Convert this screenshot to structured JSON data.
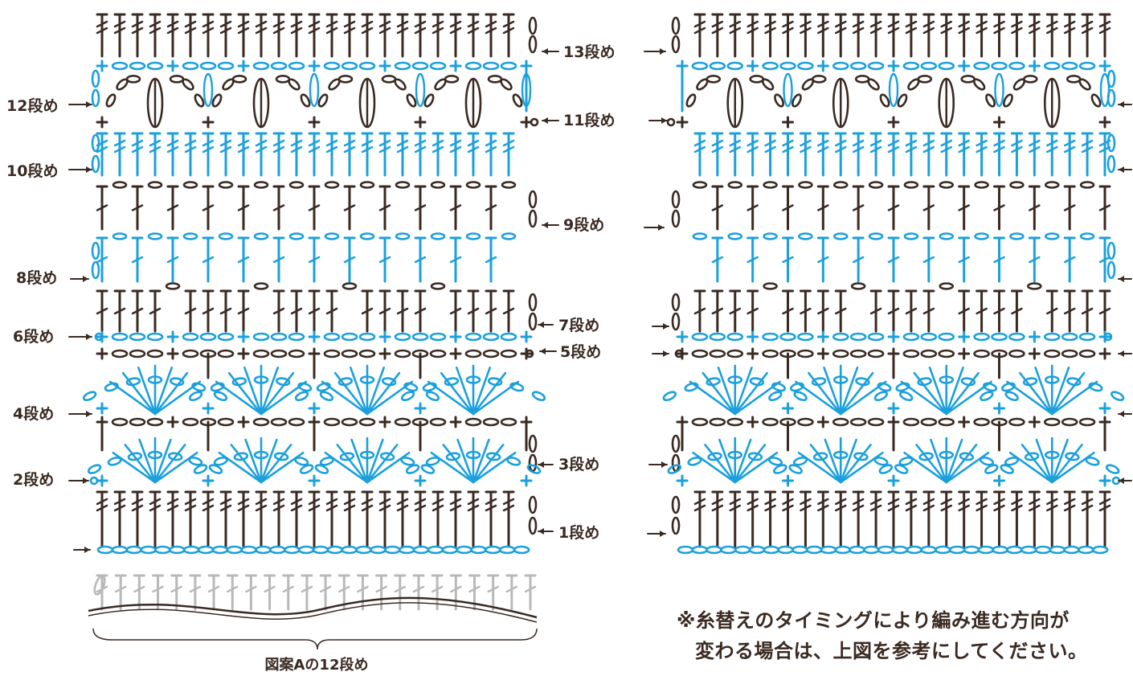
{
  "colors": {
    "brown": "#3a2a22",
    "blue": "#1ba0dc",
    "gray": "#b9b9b9",
    "text": "#3a2a22"
  },
  "left_labels": {
    "r12": "12段め",
    "r10": "10段め",
    "r8": "8段め",
    "r6": "6段め",
    "r4": "4段め",
    "r2": "2段め"
  },
  "right_labels": {
    "r13": "13段め",
    "r11": "11段め",
    "r9": "9段め",
    "r7": "7段め",
    "r5": "5段め",
    "r3": "3段め",
    "r1": "1段め"
  },
  "caption": "図案Aの12段め",
  "note": {
    "line1": "※糸替えのタイミングにより編み進む方向が",
    "line2": "変わる場合は、上図を参考にしてください。"
  },
  "rows": [
    {
      "row": 13,
      "color": "brown",
      "type": "tr",
      "direction": "left"
    },
    {
      "row": 12,
      "color": "blue",
      "type": "chain-sc",
      "direction": "right"
    },
    {
      "row": 11,
      "color": "brown",
      "type": "picot-arch",
      "direction": "left"
    },
    {
      "row": 10,
      "color": "blue",
      "type": "tr",
      "direction": "right"
    },
    {
      "row": 9,
      "color": "brown",
      "type": "dc-ch",
      "direction": "left"
    },
    {
      "row": 8,
      "color": "blue",
      "type": "dc-ch",
      "direction": "right"
    },
    {
      "row": 7,
      "color": "brown",
      "type": "dc-groups",
      "direction": "left"
    },
    {
      "row": 6,
      "color": "blue",
      "type": "chain-sc",
      "direction": "right"
    },
    {
      "row": 5,
      "color": "brown",
      "type": "chain-sc",
      "direction": "left"
    },
    {
      "row": 4,
      "color": "blue",
      "type": "fan",
      "direction": "right"
    },
    {
      "row": 3,
      "color": "brown",
      "type": "chain-dc",
      "direction": "left"
    },
    {
      "row": 2,
      "color": "blue",
      "type": "fan",
      "direction": "right"
    },
    {
      "row": 1,
      "color": "brown",
      "type": "tr",
      "direction": "left"
    },
    {
      "row": 0,
      "color": "blue",
      "type": "foundation-chain",
      "direction": "right"
    }
  ]
}
